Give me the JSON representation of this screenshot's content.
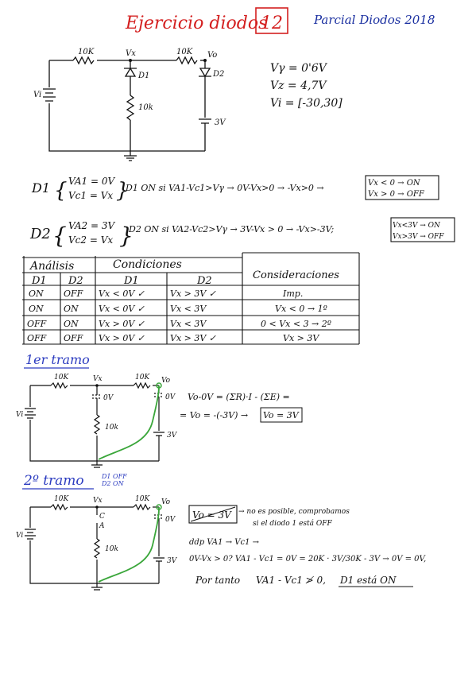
{
  "header": {
    "title": "Ejercicio diodos",
    "number": "12",
    "subtitle": "Parcial Diodos 2018"
  },
  "colors": {
    "title": "#d42020",
    "subtitle": "#1a2fa0",
    "ink": "#111111",
    "blue_ink": "#2c3cc0",
    "green_wire": "#3aa63a"
  },
  "circuit1": {
    "r1": "10K",
    "r2": "10K",
    "r3": "10k",
    "node_vx": "Vx",
    "node_vo": "Vo",
    "vi": "Vi",
    "d1": "D1",
    "d2": "D2",
    "src": "3V"
  },
  "givens": [
    "Vγ = 0'6V",
    "Vz = 4,7V",
    "Vi = [-30,30]"
  ],
  "d1_analysis": {
    "label": "D1",
    "eq1": "VA1 = 0V",
    "eq2": "Vc1 = Vx",
    "condition": "D1 ON si VA1-Vc1>Vγ → 0V-Vx>0 → -Vx>0 →",
    "box1": "Vx < 0 → ON",
    "box2": "Vx > 0 → OFF"
  },
  "d2_analysis": {
    "label": "D2",
    "eq1": "VA2 = 3V",
    "eq2": "Vc2 = Vx",
    "condition": "D2 ON si VA2-Vc2>Vγ → 3V-Vx > 0 → -Vx>-3V;",
    "box1": "Vx<3V → ON",
    "box2": "Vx>3V → OFF"
  },
  "table": {
    "h_analisis": "Análisis",
    "h_condiciones": "Condiciones",
    "h_consideraciones": "Consideraciones",
    "h_d1": "D1",
    "h_d2": "D2",
    "h_cd1": "D1",
    "h_cd2": "D2",
    "rows": [
      [
        "ON",
        "OFF",
        "Vx < 0V ✓",
        "Vx > 3V ✓",
        "Imp."
      ],
      [
        "ON",
        "ON",
        "Vx < 0V ✓",
        "Vx < 3V",
        "Vx < 0 → 1º"
      ],
      [
        "OFF",
        "ON",
        "Vx > 0V ✓",
        "Vx < 3V",
        "0 < Vx < 3 → 2º"
      ],
      [
        "OFF",
        "OFF",
        "Vx > 0V ✓",
        "Vx > 3V ✓",
        "Vx > 3V"
      ]
    ]
  },
  "tramo1": {
    "heading": "1er tramo",
    "r1": "10K",
    "r2": "10K",
    "r3": "10k",
    "node_vx": "Vx",
    "node_vo": "Vo",
    "vi": "Vi",
    "d1_v": "0V",
    "d2_v": "0V",
    "src": "3V",
    "eq1": "Vo-0V = (ΣR)·I - (ΣE) =",
    "eq2": "= Vo = -(-3V) →",
    "eq_box": "Vo = 3V"
  },
  "tramo2": {
    "heading": "2º tramo",
    "note1": "D1 OFF",
    "note2": "D2 ON",
    "r1": "10K",
    "r2": "10K",
    "r3": "10k",
    "node_vx": "Vx",
    "node_vo": "Vo",
    "vi": "Vi",
    "c_label": "C",
    "a_label": "A",
    "d2_v": "0V",
    "src": "3V",
    "box_crossed": "Vo = 3V",
    "comment1": "→ no es posible, comprobamos",
    "comment2": "si el diodo 1 está OFF",
    "ddp": "ddp VA1 → Vc1 →",
    "line2": "0V-Vx > 0?  VA1 - Vc1 = 0V = 20K · 3V/30K - 3V → 0V = 0V,",
    "line3a": "Por tanto",
    "line3b": "VA1 - Vc1 ≯ 0,",
    "line3c": "D1 está ON"
  }
}
